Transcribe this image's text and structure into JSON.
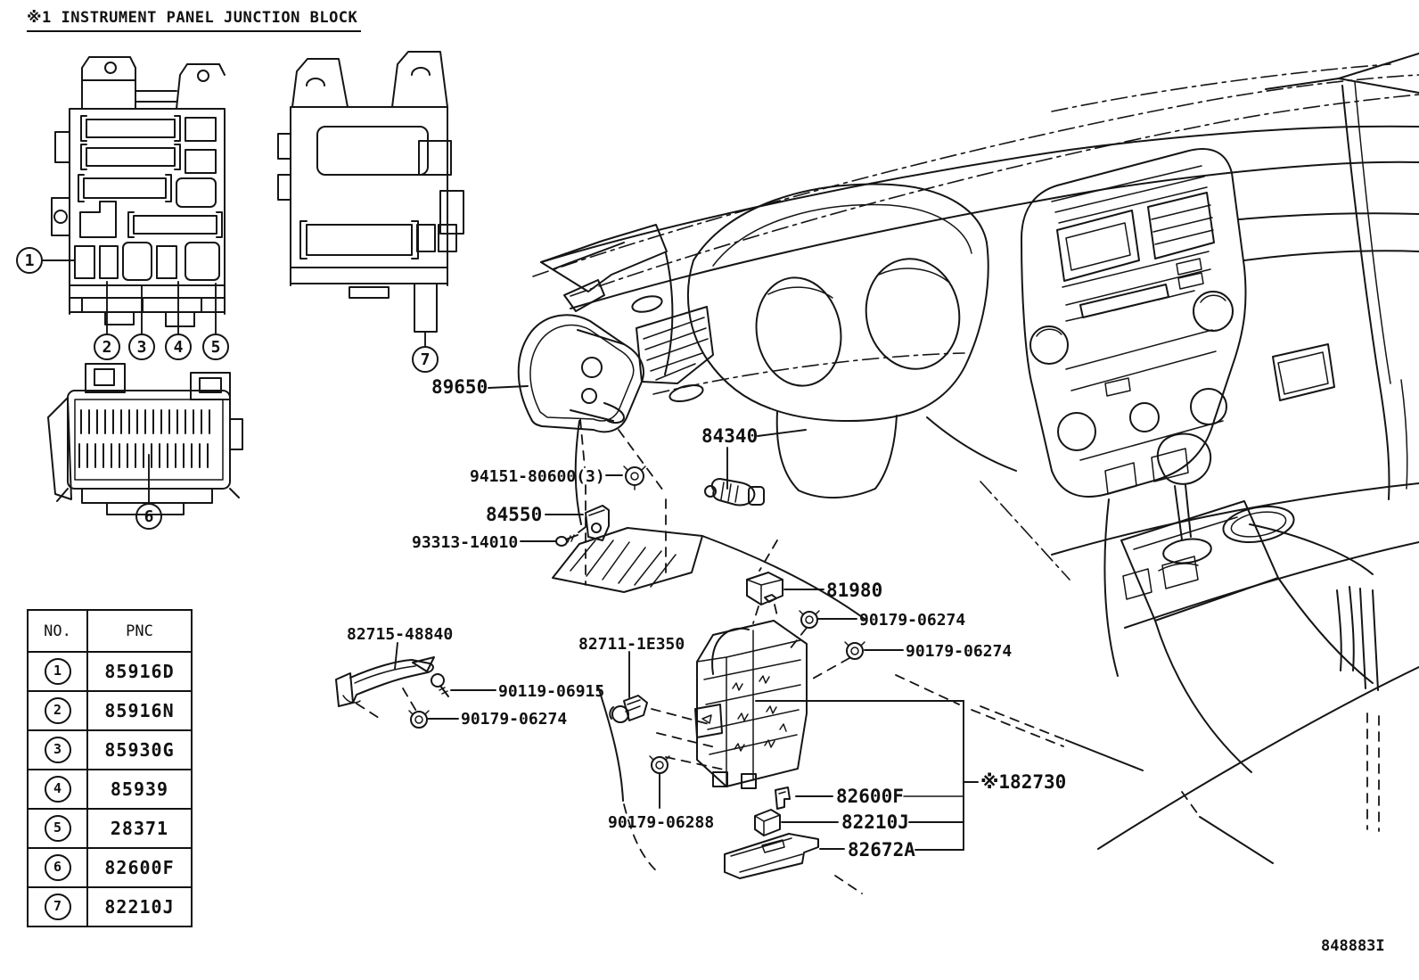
{
  "title": "※1 INSTRUMENT PANEL JUNCTION BLOCK",
  "figure_code": "848883I",
  "colors": {
    "line": "#151515",
    "background": "#ffffff"
  },
  "table": {
    "headers": [
      "NO.",
      "PNC"
    ],
    "rows": [
      {
        "no": "1",
        "pnc": "85916D"
      },
      {
        "no": "2",
        "pnc": "85916N"
      },
      {
        "no": "3",
        "pnc": "85930G"
      },
      {
        "no": "4",
        "pnc": "85939"
      },
      {
        "no": "5",
        "pnc": "28371"
      },
      {
        "no": "6",
        "pnc": "82600F"
      },
      {
        "no": "7",
        "pnc": "82210J"
      }
    ]
  },
  "callouts": {
    "c1": "1",
    "c2": "2",
    "c3": "3",
    "c4": "4",
    "c5": "5",
    "c6": "6",
    "c7": "7"
  },
  "labels": {
    "l89650": "89650",
    "l84340": "84340",
    "l94151": "94151-80600(3)",
    "l84550": "84550",
    "l93313": "93313-14010",
    "l81980": "81980",
    "l90179_06274": "90179-06274",
    "l82711": "82711-1E350",
    "l82715": "82715-48840",
    "l90119": "90119-06915",
    "l90179_06288": "90179-06288",
    "l82600f": "82600F",
    "l82210j": "82210J",
    "l82672a": "82672A",
    "l182730": "※182730"
  }
}
